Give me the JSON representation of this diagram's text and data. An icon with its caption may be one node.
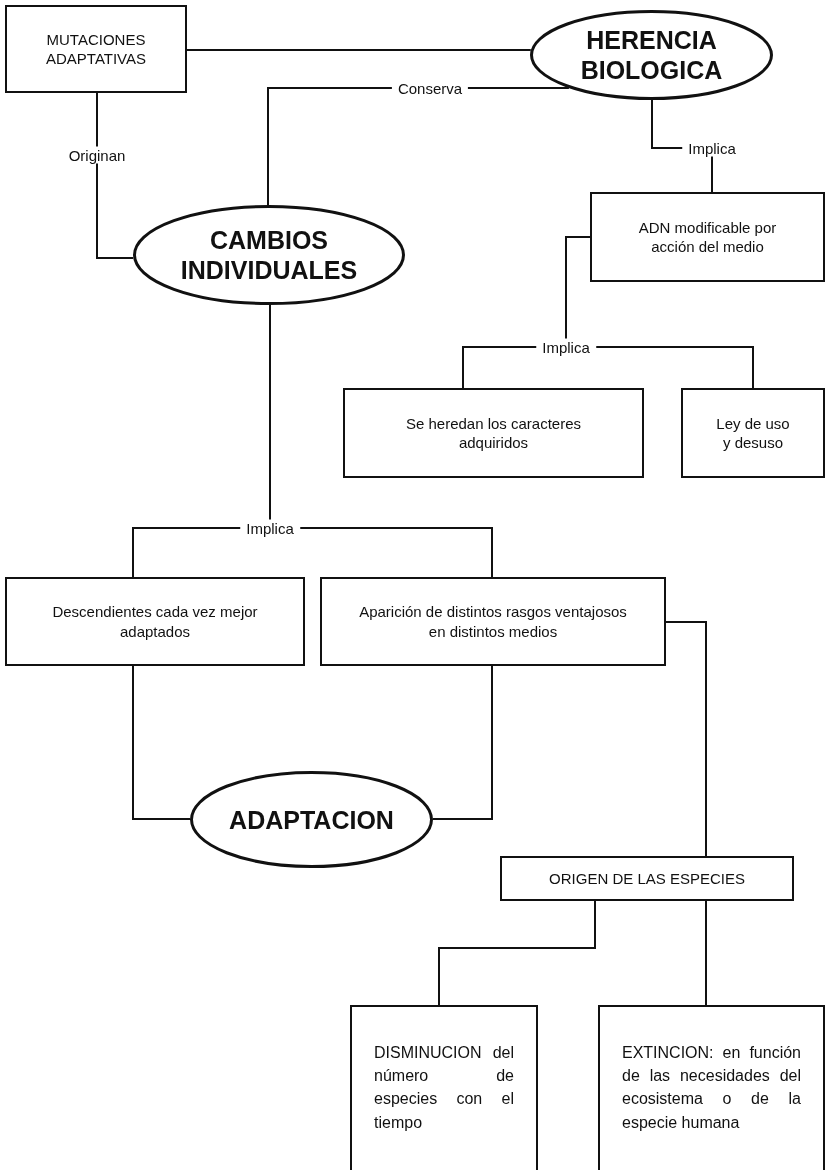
{
  "diagram": {
    "nodes": [
      {
        "text": [
          "MUTACIONES ADAPTATIVAS"
        ]
      },
      {
        "text": [
          "HERENCIA BIOLOGICA"
        ]
      },
      {
        "text": [
          "CAMBIOS INDIVIDUALES"
        ]
      },
      {
        "text": [
          "ADN modificable por acción del medio"
        ]
      },
      {
        "text": [
          "Se heredan los caracteres adquiridos"
        ]
      },
      {
        "text": [
          "Ley de uso y desuso"
        ]
      },
      {
        "text": [
          "Descendientes cada vez mejor adaptados"
        ]
      },
      {
        "text": [
          "Aparición de distintos rasgos ventajosos en distintos medios"
        ]
      },
      {
        "text": [
          "ADAPTACION"
        ]
      },
      {
        "text": [
          "ORIGEN DE LAS ESPECIES"
        ]
      },
      {
        "text": [
          "DISMINUCION del número de especies con el tiempo"
        ]
      },
      {
        "text": [
          "EXTINCION: en función de las necesidades del ecosistema o de la especie humana"
        ]
      }
    ],
    "edges": [
      {
        "from": 0,
        "to": 1,
        "arrow": "none"
      },
      {
        "from": 1,
        "to": 2,
        "arrow": "none",
        "label": "Conserva"
      },
      {
        "from": 0,
        "to": 2,
        "arrow": "none",
        "label": "Originan"
      },
      {
        "from": 1,
        "to": 3,
        "arrow": "none",
        "label": "Implica"
      },
      {
        "from": 3,
        "to": 4,
        "arrow": "none",
        "label": "Implica"
      },
      {
        "from": 3,
        "to": 5,
        "arrow": "none"
      },
      {
        "from": 2,
        "to": 6,
        "arrow": "none",
        "label": "Implica"
      },
      {
        "from": 2,
        "to": 7,
        "arrow": "none"
      },
      {
        "from": 6,
        "to": 8,
        "arrow": "none"
      },
      {
        "from": 7,
        "to": 8,
        "arrow": "none"
      },
      {
        "from": 7,
        "to": 9,
        "arrow": "none"
      },
      {
        "from": 9,
        "to": 10,
        "arrow": "none"
      },
      {
        "from": 9,
        "to": 11,
        "arrow": "none"
      }
    ]
  }
}
